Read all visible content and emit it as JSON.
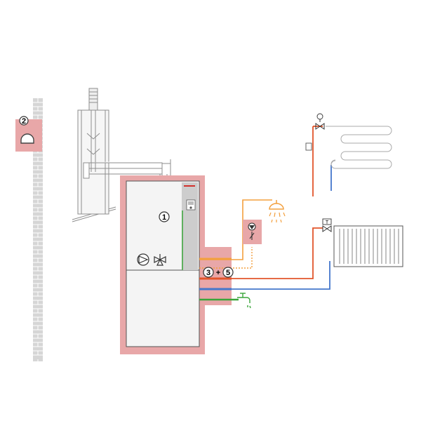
{
  "labels": {
    "unit": "1",
    "wall_unit": "2",
    "conn_left": "3",
    "conn_plus": "+",
    "conn_right": "5",
    "thermostat": "T",
    "motor": "M"
  },
  "colors": {
    "zone": "#e8a7a8",
    "hot_flow": "#e2552b",
    "dhw": "#f3a03e",
    "cold_return": "#4477cc",
    "green": "#3aa53a",
    "unit_fill": "#f4f4f4",
    "panel_grey": "#c9c9c9",
    "brick": "#cfcfcf",
    "line_grey": "#9a9a9a"
  },
  "icons": [
    "brick-wall",
    "flue-chimney",
    "pump-icon",
    "valve-icon",
    "shower-icon",
    "tap-icon",
    "radiator-icon",
    "underfloor-heating-icon"
  ]
}
